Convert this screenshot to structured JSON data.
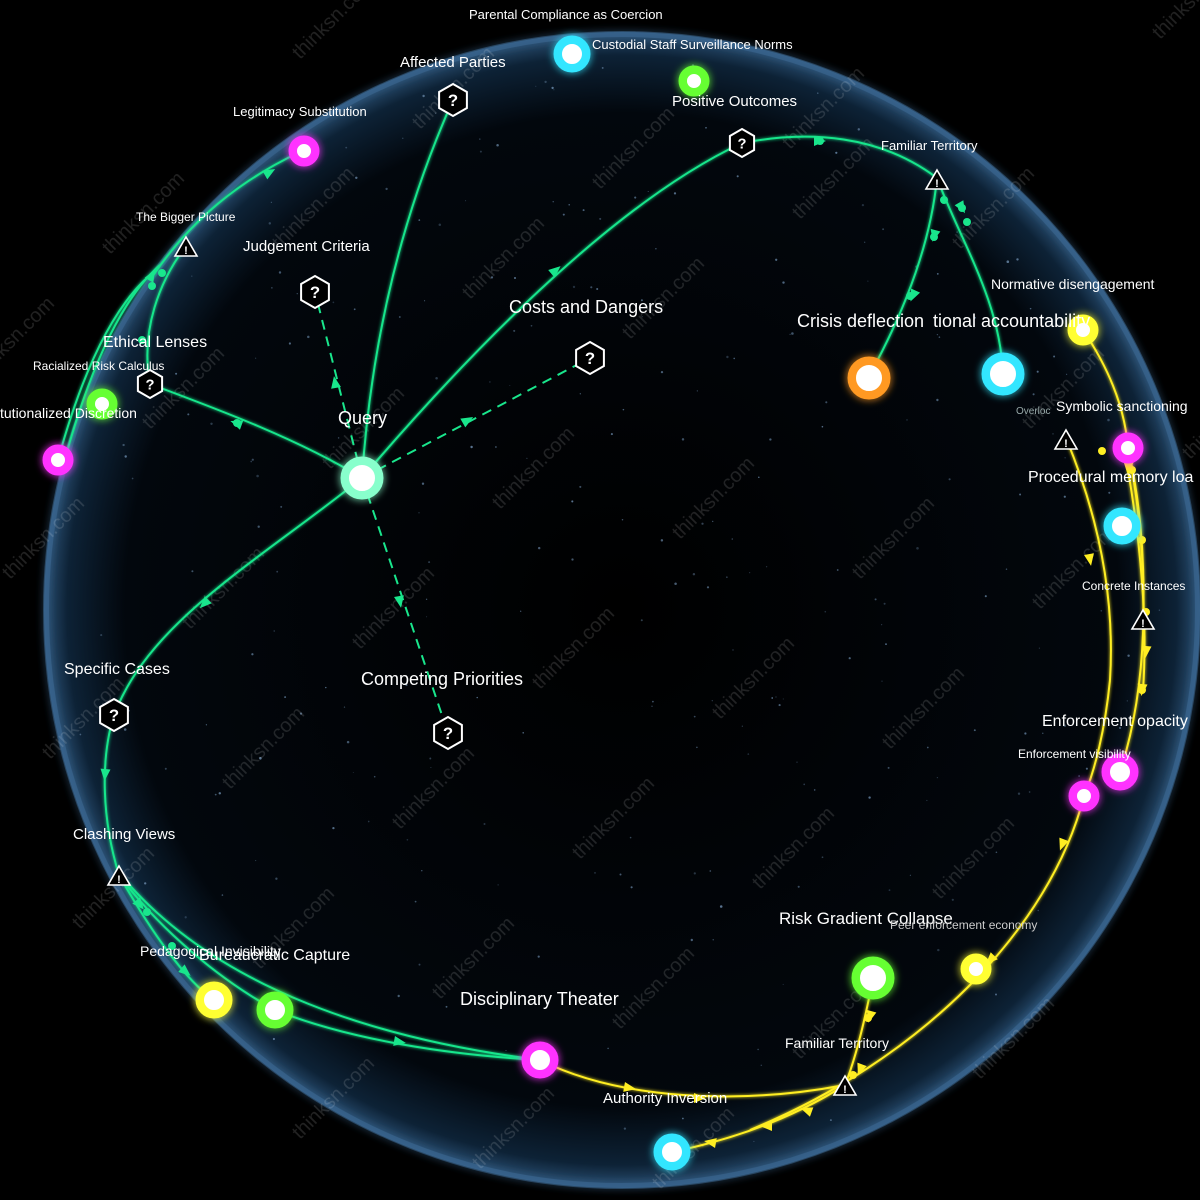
{
  "watermark": "thinksn.com",
  "colors": {
    "background": "#000000",
    "green_edge": "#19e68c",
    "yellow_edge": "#ffee22",
    "cyan": "#33e6ff",
    "magenta": "#ff33ff",
    "lime": "#66ff33",
    "yellow": "#ffff33",
    "orange": "#ff9922",
    "mint": "#88ffcc"
  },
  "labels": {
    "parental_compliance": "Parental Compliance as Coercion",
    "custodial_staff": "Custodial Staff Surveillance Norms",
    "affected_parties": "Affected Parties",
    "positive_outcomes": "Positive Outcomes",
    "legitimacy_substitution": "Legitimacy Substitution",
    "familiar_territory_top": "Familiar Territory",
    "bigger_picture": "The Bigger Picture",
    "judgement_criteria": "Judgement Criteria",
    "normative_disengagement": "Normative disengagement",
    "costs_and_dangers": "Costs and Dangers",
    "crisis_deflection": "Crisis deflection",
    "tional_accountability": "tional accountability",
    "ethical_lenses": "Ethical Lenses",
    "racialized_risk": "Racialized Risk Calculus",
    "query": "Query",
    "institutionalized_discretion": "tutionalized Discretion",
    "overlap_label": "Overloc",
    "symbolic_sanctioning": "Symbolic sanctioning",
    "procedural_memory": "Procedural memory loa",
    "concrete_instances": "Concrete Instances",
    "specific_cases": "Specific Cases",
    "competing_priorities": "Competing Priorities",
    "enforcement_opacity": "Enforcement opacity",
    "enforcement_visibility": "Enforcement visibility",
    "clashing_views": "Clashing Views",
    "risk_gradient_collapse": "Risk Gradient Collapse",
    "peer_enforcement": "Peer enforcement economy",
    "pedagogical_invisibility": "Pedagogical Invisibility",
    "bureaucratic_capture": "Bureaucratic Capture",
    "disciplinary_theater": "Disciplinary Theater",
    "familiar_territory_bottom": "Familiar Territory",
    "authority_inversion": "Authority Inversion"
  },
  "nodes": [
    {
      "id": "custodial",
      "color": "cyan",
      "size": "m"
    },
    {
      "id": "positive",
      "color": "lime",
      "size": "s"
    },
    {
      "id": "legitimacy",
      "color": "magenta",
      "size": "s"
    },
    {
      "id": "racialized",
      "color": "lime",
      "size": "s"
    },
    {
      "id": "institutionalized",
      "color": "magenta",
      "size": "s"
    },
    {
      "id": "query",
      "color": "mint",
      "size": "l"
    },
    {
      "id": "crisis",
      "color": "orange",
      "size": "l"
    },
    {
      "id": "accountability",
      "color": "cyan",
      "size": "l"
    },
    {
      "id": "normative",
      "color": "yellow",
      "size": "s"
    },
    {
      "id": "symbolic",
      "color": "magenta",
      "size": "s"
    },
    {
      "id": "procedural",
      "color": "cyan",
      "size": "m"
    },
    {
      "id": "opacity",
      "color": "magenta",
      "size": "m"
    },
    {
      "id": "visibility",
      "color": "magenta",
      "size": "s"
    },
    {
      "id": "peer",
      "color": "yellow",
      "size": "s"
    },
    {
      "id": "risk",
      "color": "lime",
      "size": "l"
    },
    {
      "id": "pedagogical",
      "color": "yellow",
      "size": "m"
    },
    {
      "id": "bureaucratic",
      "color": "lime",
      "size": "m"
    },
    {
      "id": "disciplinary",
      "color": "magenta",
      "size": "m"
    },
    {
      "id": "authority",
      "color": "cyan",
      "size": "m"
    }
  ],
  "hex_nodes": [
    "affected_parties",
    "positive_outcomes",
    "judgement_criteria",
    "costs_and_dangers",
    "ethical_lenses",
    "specific_cases",
    "competing_priorities"
  ],
  "warning_nodes": [
    "familiar_territory_top",
    "bigger_picture",
    "overlap",
    "concrete_instances",
    "clashing_views",
    "familiar_territory_bottom"
  ],
  "hex_glyph": "?",
  "warn_glyph": "!"
}
